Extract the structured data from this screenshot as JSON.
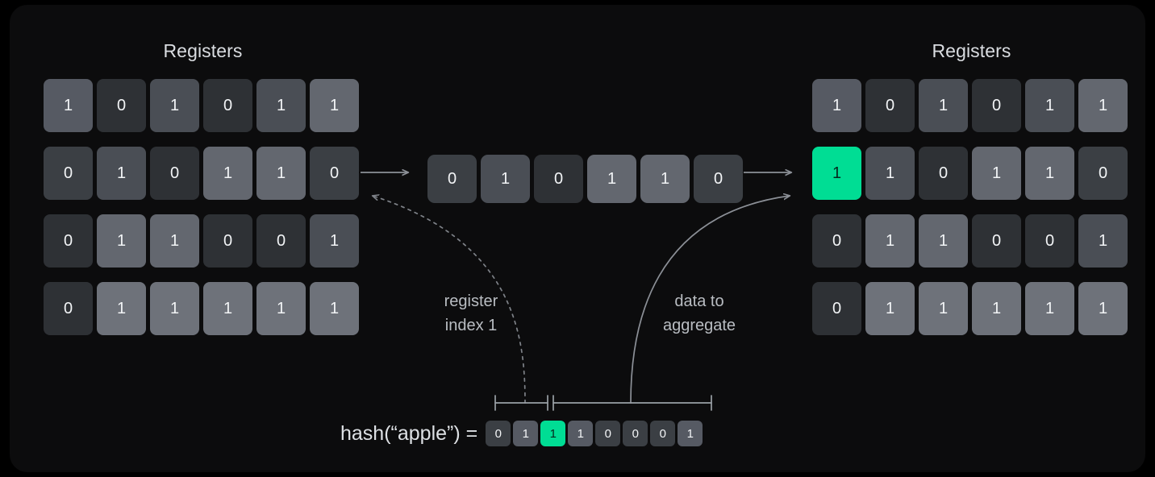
{
  "panel": {
    "background": "#0c0c0d",
    "page_background": "#000000"
  },
  "colors": {
    "highlight": "#00dd94",
    "text": "#f2f4f6",
    "label": "#b9bdc2",
    "heading": "#dadde1",
    "arrow": "#8c9097"
  },
  "left_registers": {
    "title": "Registers",
    "rows": [
      {
        "bits": [
          "1",
          "0",
          "1",
          "0",
          "1",
          "1"
        ],
        "shades": [
          "s3",
          "s0",
          "s2",
          "s0",
          "s2",
          "s4"
        ],
        "highlight_index": -1
      },
      {
        "bits": [
          "0",
          "1",
          "0",
          "1",
          "1",
          "0"
        ],
        "shades": [
          "s1",
          "s2",
          "s0",
          "s4",
          "s4",
          "s1"
        ],
        "highlight_index": -1
      },
      {
        "bits": [
          "0",
          "1",
          "1",
          "0",
          "0",
          "1"
        ],
        "shades": [
          "s0",
          "s4",
          "s4",
          "s0",
          "s0",
          "s2"
        ],
        "highlight_index": -1
      },
      {
        "bits": [
          "0",
          "1",
          "1",
          "1",
          "1",
          "1"
        ],
        "shades": [
          "s0",
          "s5",
          "s5",
          "s5",
          "s5",
          "s5"
        ],
        "highlight_index": -1
      }
    ]
  },
  "right_registers": {
    "title": "Registers",
    "rows": [
      {
        "bits": [
          "1",
          "0",
          "1",
          "0",
          "1",
          "1"
        ],
        "shades": [
          "s3",
          "s0",
          "s2",
          "s0",
          "s2",
          "s4"
        ],
        "highlight_index": -1
      },
      {
        "bits": [
          "1",
          "1",
          "0",
          "1",
          "1",
          "0"
        ],
        "shades": [
          "s3",
          "s2",
          "s0",
          "s4",
          "s4",
          "s1"
        ],
        "highlight_index": 0
      },
      {
        "bits": [
          "0",
          "1",
          "1",
          "0",
          "0",
          "1"
        ],
        "shades": [
          "s0",
          "s4",
          "s4",
          "s0",
          "s0",
          "s2"
        ],
        "highlight_index": -1
      },
      {
        "bits": [
          "0",
          "1",
          "1",
          "1",
          "1",
          "1"
        ],
        "shades": [
          "s0",
          "s5",
          "s5",
          "s5",
          "s5",
          "s5"
        ],
        "highlight_index": -1
      }
    ]
  },
  "selected_register": {
    "bits": [
      "0",
      "1",
      "0",
      "1",
      "1",
      "0"
    ],
    "shades": [
      "s1",
      "s2",
      "s0",
      "s4",
      "s4",
      "s1"
    ]
  },
  "annotations": {
    "register_index": "register\nindex 1",
    "data_to_aggregate": "data to\naggregate"
  },
  "hash": {
    "label": "hash(“apple”) =",
    "bits": [
      "0",
      "1",
      "1",
      "1",
      "0",
      "0",
      "0",
      "1"
    ],
    "shades": [
      "s1",
      "s3",
      "s3",
      "s3",
      "s1",
      "s1",
      "s1",
      "s3"
    ],
    "highlight_index": 2,
    "brackets": [
      {
        "name": "index-bracket",
        "span_bits": [
          0,
          1
        ]
      },
      {
        "name": "data-bracket",
        "span_bits": [
          2,
          7
        ]
      }
    ]
  }
}
